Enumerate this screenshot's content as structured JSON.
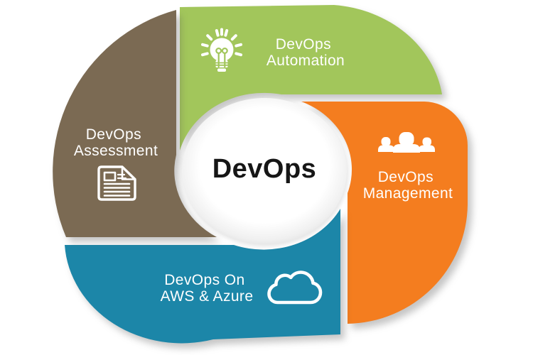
{
  "diagram": {
    "title": "DevOps cycle diagram",
    "center_label": "DevOps",
    "background_color": "#ffffff",
    "label_text_color": "#ffffff",
    "center_text_color": "#161616",
    "segments": [
      {
        "id": "automation",
        "label_line1": "DevOps",
        "label_line2": "Automation",
        "color": "#a2c65b",
        "icon": "lightbulb-icon",
        "position": "top"
      },
      {
        "id": "management",
        "label_line1": "DevOps",
        "label_line2": "Management",
        "color": "#f47d1f",
        "icon": "people-icon",
        "position": "right"
      },
      {
        "id": "aws-azure",
        "label_line1": "DevOps On",
        "label_line2": "AWS & Azure",
        "color": "#1c86a8",
        "icon": "cloud-icon",
        "position": "bottom"
      },
      {
        "id": "assessment",
        "label_line1": "DevOps",
        "label_line2": "Assessment",
        "color": "#7b6a53",
        "icon": "document-icon",
        "position": "left"
      }
    ]
  }
}
